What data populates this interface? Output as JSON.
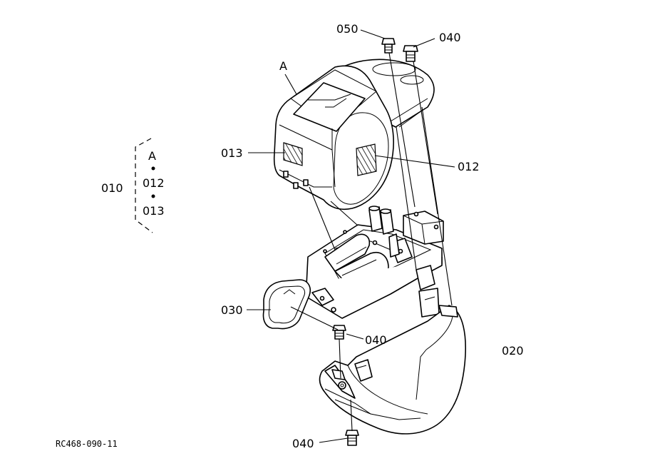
{
  "labels": {
    "p010": "010",
    "p012_main": "012",
    "p013_main": "013",
    "p020": "020",
    "p030": "030",
    "p040_top": "040",
    "p040_mid": "040",
    "p040_bottom": "040",
    "p050": "050",
    "a_main": "A"
  },
  "legend": {
    "item_a": "A",
    "item_012": "012",
    "item_013": "013"
  },
  "figure_code": "RC468-090-11"
}
